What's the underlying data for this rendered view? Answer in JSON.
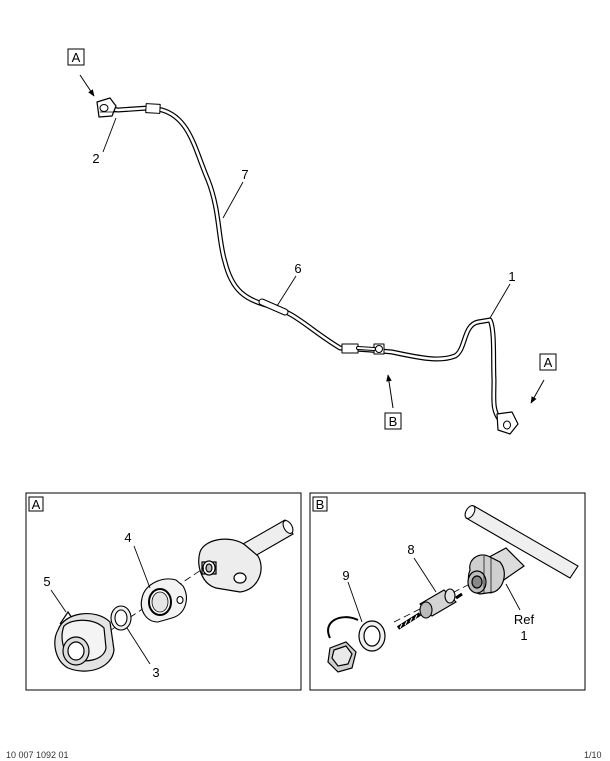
{
  "top_view": {
    "ref_labels": {
      "a_top": "A",
      "a_right": "A",
      "b": "B"
    },
    "callouts": {
      "c1": "1",
      "c2": "2",
      "c6": "6",
      "c7": "7"
    }
  },
  "detail_a": {
    "title": "A",
    "callouts": {
      "c3": "3",
      "c4": "4",
      "c5": "5"
    }
  },
  "detail_b": {
    "title": "B",
    "callouts": {
      "c8": "8",
      "c9": "9",
      "ref": "Ref",
      "ref_num": "1"
    }
  },
  "footer": {
    "left": "10 007 1092 01",
    "right": "1/10"
  }
}
